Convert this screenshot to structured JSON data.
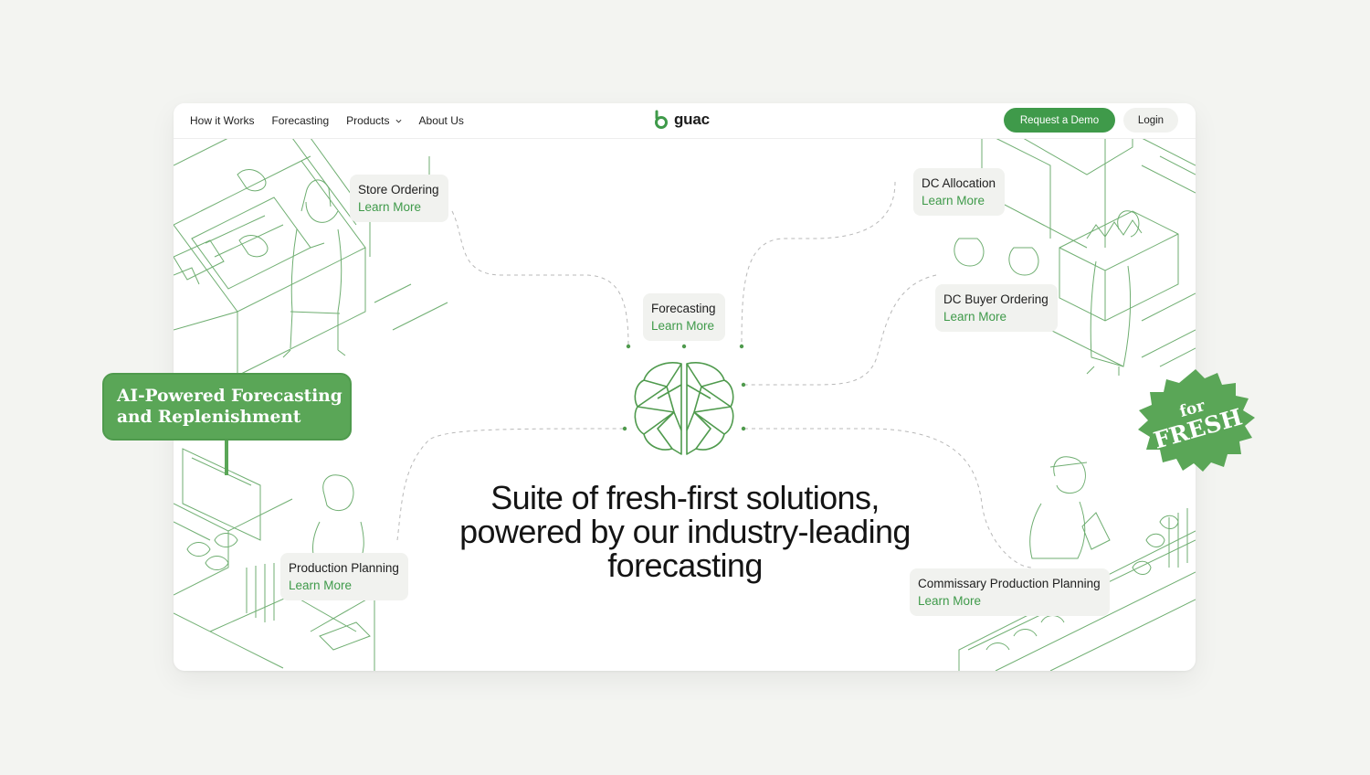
{
  "nav": {
    "links": [
      "How it Works",
      "Forecasting",
      "Products",
      "About Us"
    ],
    "logo_text": "guac",
    "demo_label": "Request a Demo",
    "login_label": "Login"
  },
  "tags": {
    "store": {
      "title": "Store Ordering",
      "link": "Learn More"
    },
    "dc_alloc": {
      "title": "DC Allocation",
      "link": "Learn More"
    },
    "forecast": {
      "title": "Forecasting",
      "link": "Learn More"
    },
    "dc_buyer": {
      "title": "DC Buyer Ordering",
      "link": "Learn More"
    },
    "production": {
      "title": "Production Planning",
      "link": "Learn More"
    },
    "commissary": {
      "title": "Commissary Production Planning",
      "link": "Learn More"
    }
  },
  "hero": {
    "line1": "Suite of fresh-first solutions,",
    "line2": "powered by our industry-leading",
    "line3": "forecasting"
  },
  "badge": {
    "line1": "AI-Powered Forecasting",
    "line2": "and Replenishment"
  },
  "seal": {
    "small": "for",
    "big": "FRESH"
  },
  "colors": {
    "brand_green": "#3f9a4a",
    "badge_green": "#5aa657",
    "line_green": "#8fc48f",
    "tag_bg": "#f1f2ef",
    "background": "#f3f4f1"
  }
}
